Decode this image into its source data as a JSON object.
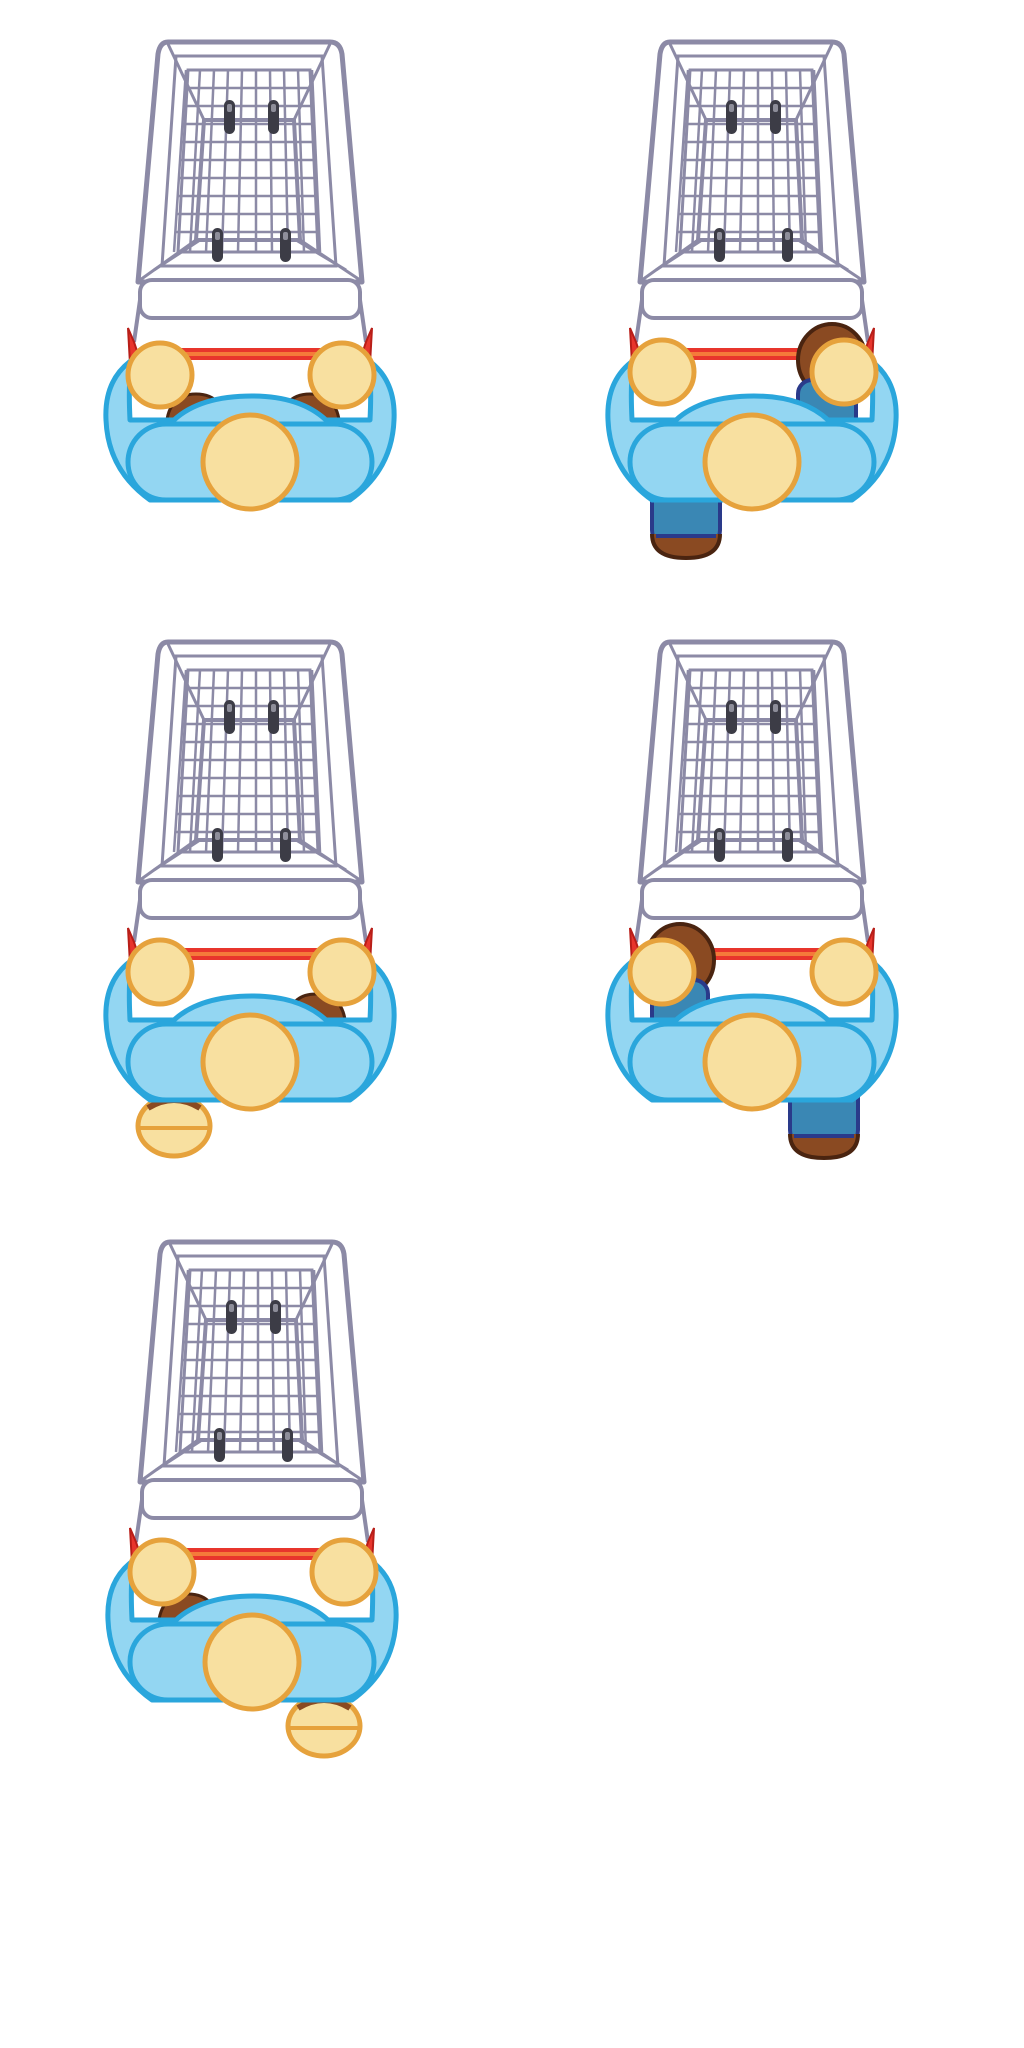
{
  "sheet": {
    "background": "#ffffff",
    "colors": {
      "cart_wire": "#8c8aa6",
      "cart_bumper": "#ffffff",
      "cart_wheel": "#3c3c46",
      "handle_bar": "#e8352c",
      "handle_bar_inner": "#f57a3a",
      "shirt": "#93d6f2",
      "shirt_outline": "#2aa6dc",
      "skin": "#f8e0a0",
      "skin_outline": "#e6a23c",
      "shoe": "#8a4a22",
      "shoe_outline": "#4a2410",
      "pants": "#3a87b4",
      "pants_outline": "#2a3a8a"
    },
    "frames": [
      {
        "pose": "standing-both-feet",
        "step_leg": "none"
      },
      {
        "pose": "walking-right-leg-back",
        "step_leg": "left-shoe-back"
      },
      {
        "pose": "walking-left-foot-back",
        "step_leg": "left-foot-back"
      },
      {
        "pose": "walking-left-leg-back",
        "step_leg": "right-shoe-back"
      },
      {
        "pose": "walking-right-foot-back",
        "step_leg": "right-foot-back"
      }
    ]
  }
}
